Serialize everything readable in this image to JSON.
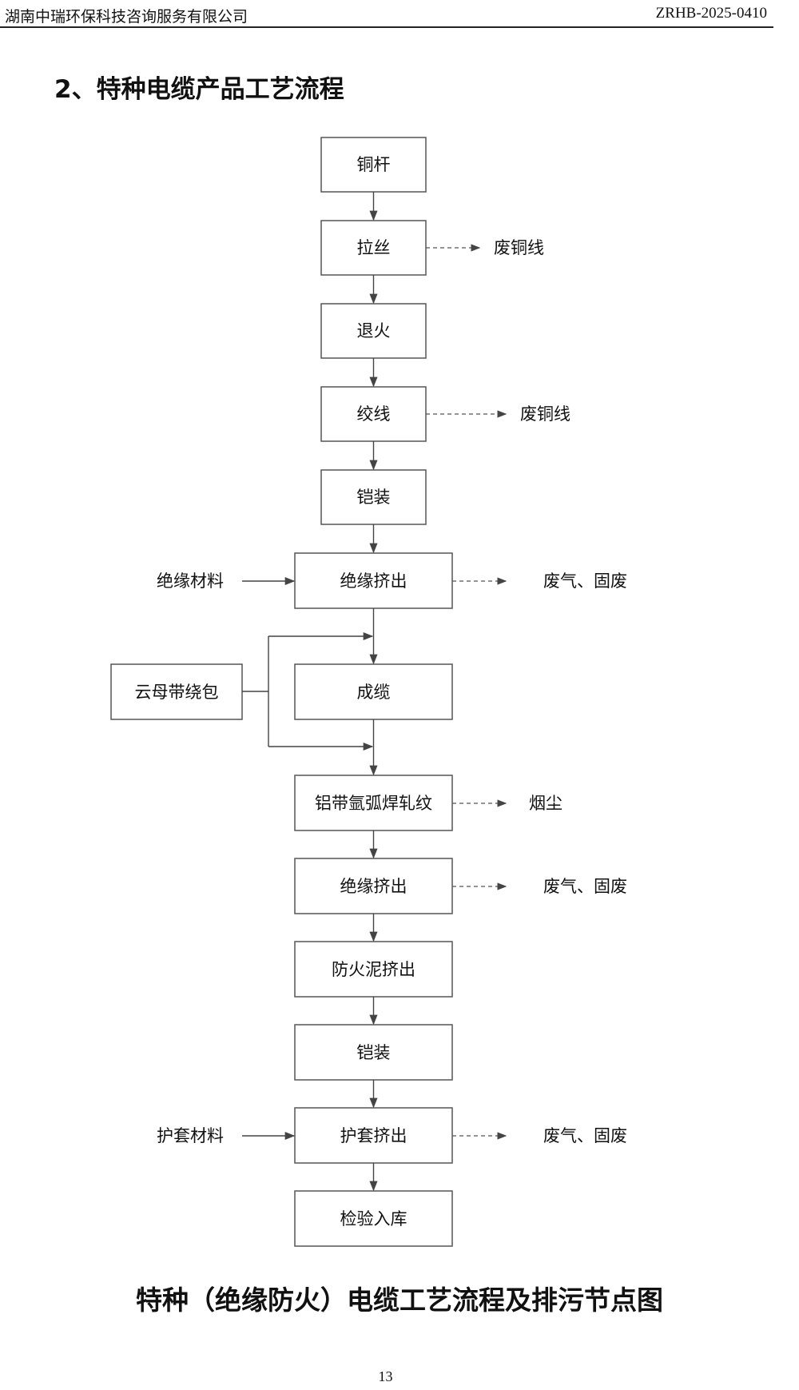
{
  "header": {
    "company": "湖南中瑞环保科技咨询服务有限公司",
    "doc_code": "ZRHB-2025-0410"
  },
  "section_title": "2、特种电缆产品工艺流程",
  "flow": {
    "steps": [
      "铜杆",
      "拉丝",
      "退火",
      "绞线",
      "铠装",
      "绝缘挤出",
      "成缆",
      "铝带氩弧焊轧纹",
      "绝缘挤出",
      "防火泥挤出",
      "铠装",
      "护套挤出",
      "检验入库"
    ],
    "outputs": {
      "拉丝": "废铜线",
      "绞线": "废铜线",
      "绝缘挤出_1": "废气、固废",
      "铝带氩弧焊轧纹": "烟尘",
      "绝缘挤出_2": "废气、固废",
      "护套挤出": "废气、固废"
    },
    "inputs": {
      "insulation_material": "绝缘材料",
      "mica_tape": "云母带绕包",
      "sheath_material": "护套材料"
    }
  },
  "caption": "特种（绝缘防火）电缆工艺流程及排污节点图",
  "page_number": "13"
}
